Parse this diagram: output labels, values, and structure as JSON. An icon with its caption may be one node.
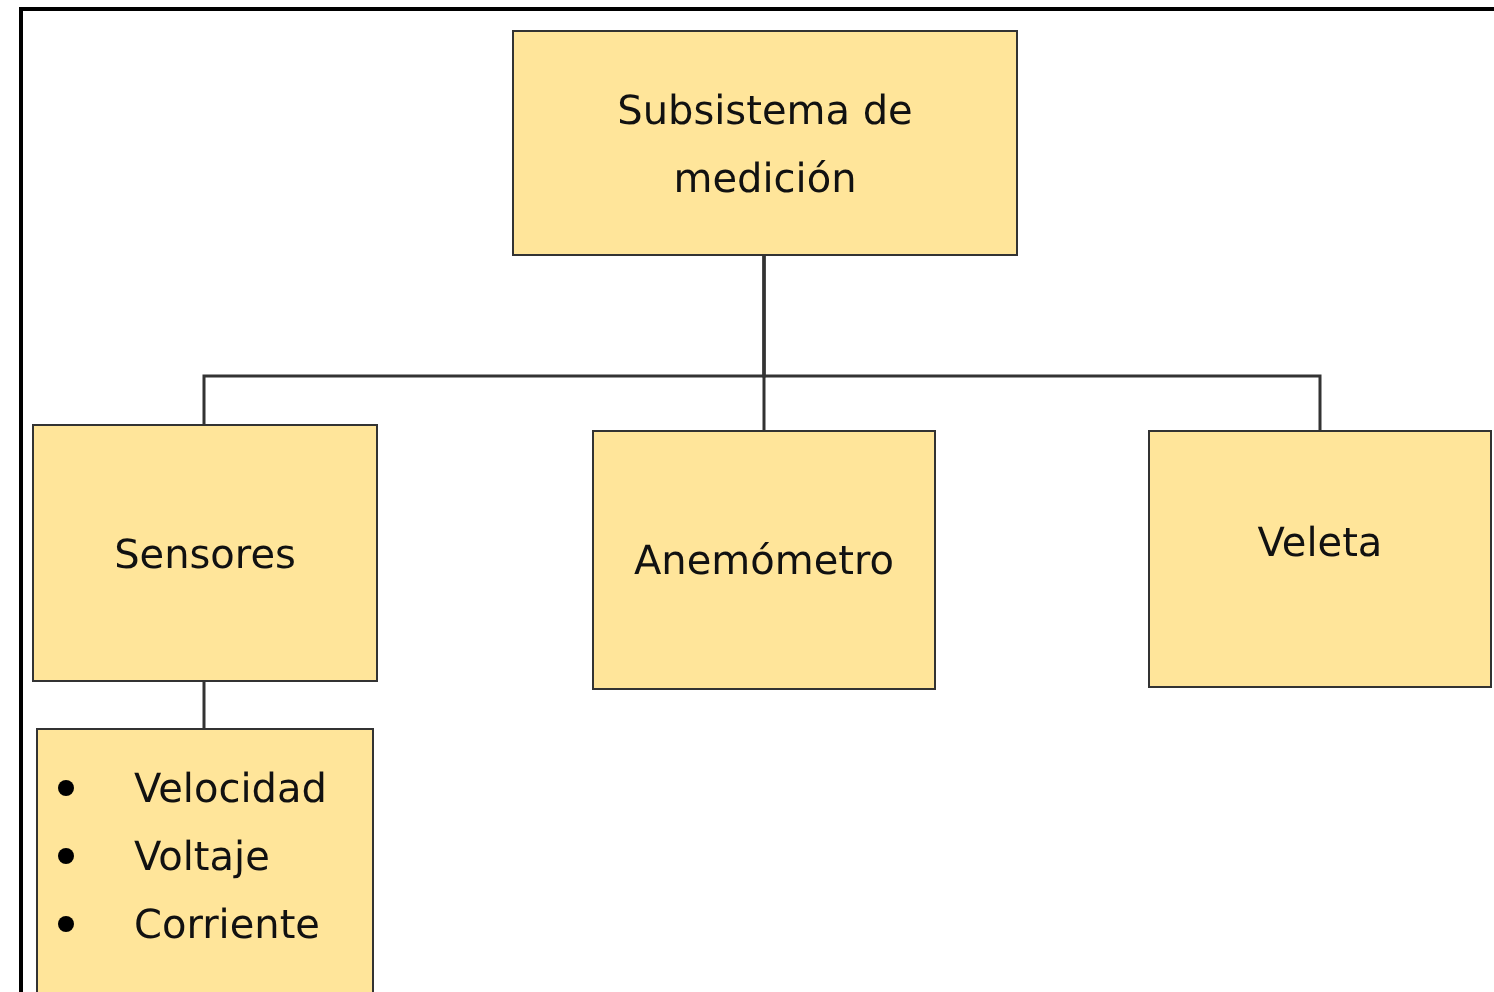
{
  "diagram": {
    "nodes": [
      {
        "text": [
          "Subsistema de medición"
        ]
      },
      {
        "text": [
          "Sensores"
        ]
      },
      {
        "text": [
          "Anemómetro"
        ]
      },
      {
        "text": [
          "Veleta"
        ]
      },
      {
        "text": [
          "Velocidad",
          "Voltaje",
          "Corriente"
        ]
      }
    ],
    "edges": [
      {
        "from": 0,
        "to": 1,
        "arrow": "none"
      },
      {
        "from": 0,
        "to": 2,
        "arrow": "none"
      },
      {
        "from": 0,
        "to": 3,
        "arrow": "none"
      },
      {
        "from": 1,
        "to": 4,
        "arrow": "none"
      }
    ]
  }
}
